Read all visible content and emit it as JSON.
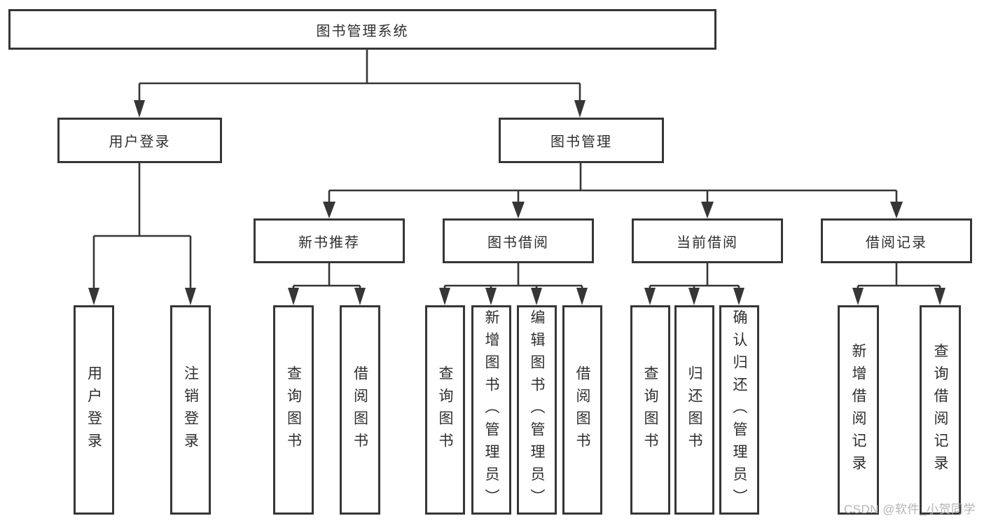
{
  "diagram_title": "图书管理系统",
  "nodes": {
    "root": "图书管理系统",
    "level1": [
      "用户登录",
      "图书管理"
    ],
    "level2": [
      "新书推荐",
      "图书借阅",
      "当前借阅",
      "借阅记录"
    ],
    "leaves_user_login": [
      "用户登录",
      "注销登录"
    ],
    "leaves_new_books": [
      "查询图书",
      "借阅图书"
    ],
    "leaves_book_borrow": [
      "查询图书",
      "新增图书（管理员）",
      "编辑图书（管理员）",
      "借阅图书"
    ],
    "leaves_current_borrow": [
      "查询图书",
      "归还图书",
      "确认归还（管理员）"
    ],
    "leaves_borrow_records": [
      "新增借阅记录",
      "查询借阅记录"
    ]
  },
  "watermark": "CSDN @软件_小贺同学",
  "colors": {
    "line": "#363636",
    "text": "#2e2e2e",
    "background": "#ffffff",
    "watermark": "#b3b3b3"
  }
}
